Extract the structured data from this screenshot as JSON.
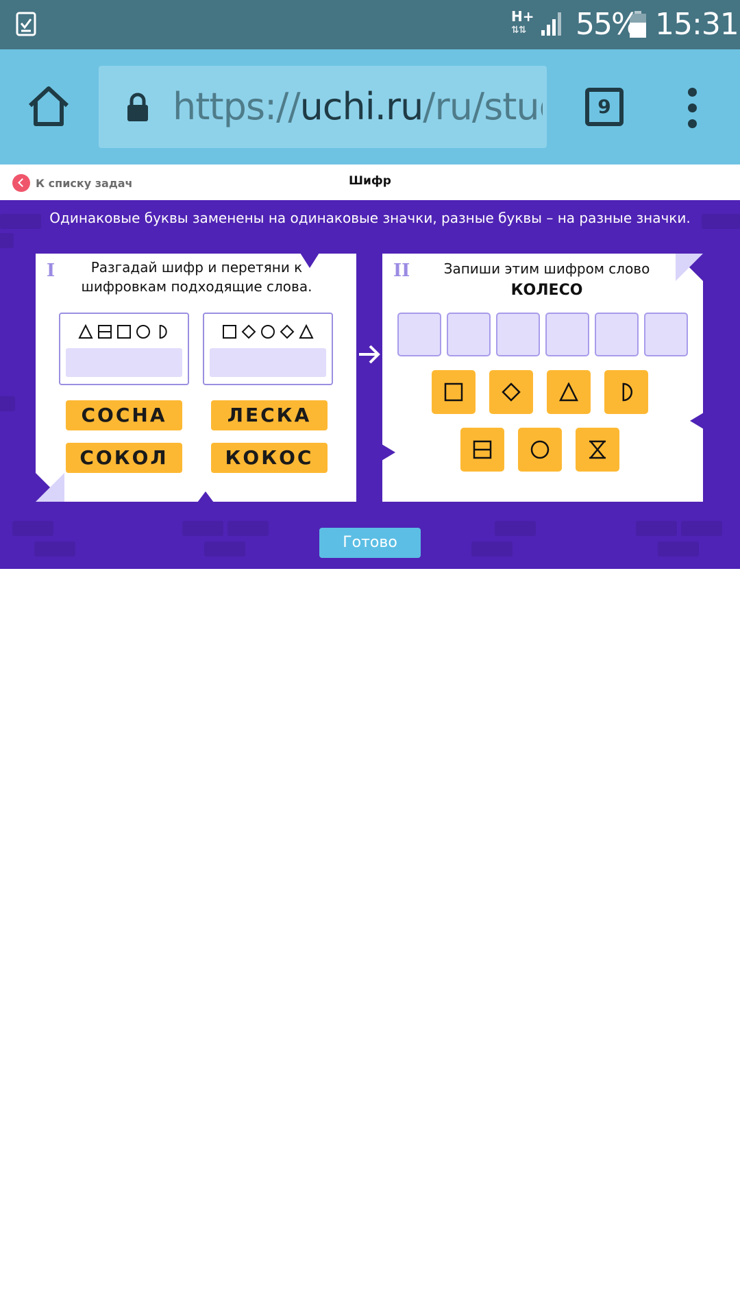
{
  "status_bar": {
    "network": "H+",
    "battery_percent": "55%",
    "time": "15:31"
  },
  "browser": {
    "url_scheme": "https://",
    "url_domain": "uchi.ru",
    "url_path": "/ru/stud",
    "tab_count": "9"
  },
  "header": {
    "back_label": "К списку задач",
    "title": "Шифр"
  },
  "task": {
    "instruction": "Одинаковые буквы заменены на одинаковые значки, разные буквы – на разные значки.",
    "panel_left": {
      "numeral": "I",
      "title_line1": "Разгадай шифр и перетяни к",
      "title_line2": "шифровкам подходящие слова.",
      "ciphers": [
        [
          "triangle",
          "split-square",
          "square",
          "circle",
          "half-circle"
        ],
        [
          "square",
          "diamond",
          "circle",
          "diamond",
          "triangle"
        ]
      ],
      "words": [
        "СОСНА",
        "ЛЕСКА",
        "СОКОЛ",
        "КОКОС"
      ]
    },
    "panel_right": {
      "numeral": "II",
      "title": "Запиши этим шифром слово",
      "word": "КОЛЕСО",
      "slots_count": 6,
      "symbols_row1": [
        "square",
        "diamond",
        "triangle",
        "half-circle"
      ],
      "symbols_row2": [
        "split-square",
        "circle",
        "hourglass"
      ]
    },
    "done_label": "Готово"
  },
  "colors": {
    "statusbar": "#457483",
    "browserbar": "#6ec3e2",
    "task_bg": "#4f23b5",
    "tile": "#fdb833",
    "slot": "#e1ddfb",
    "done_button": "#5cbee4",
    "back_icon": "#f0566b"
  }
}
